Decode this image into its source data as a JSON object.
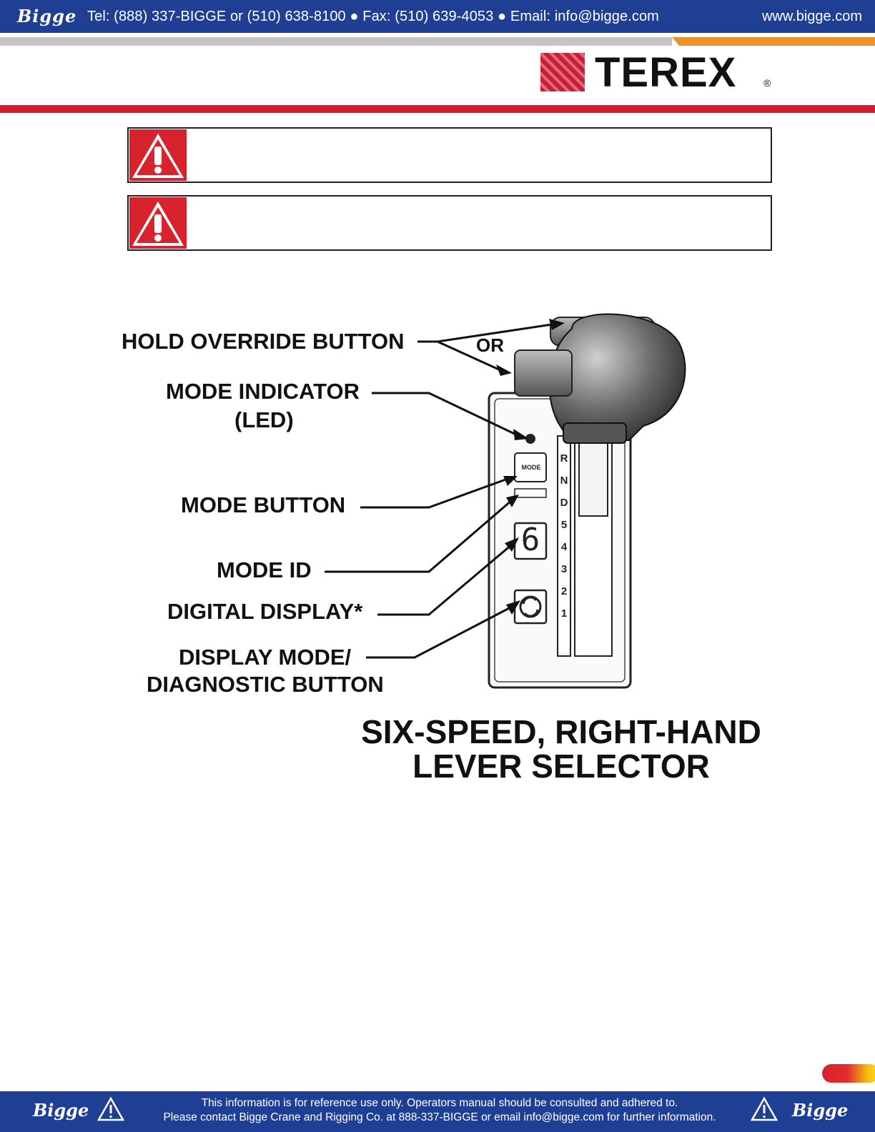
{
  "header": {
    "brand": "Bigge",
    "contact": "Tel: (888) 337-BIGGE or (510) 638-8100  ●  Fax: (510) 639-4053  ●  Email: info@bigge.com",
    "url": "www.bigge.com",
    "logo_text": "TEREX",
    "logo_reg": "®"
  },
  "warnings": [
    {
      "icon": "warning-icon"
    },
    {
      "icon": "warning-icon"
    }
  ],
  "figure": {
    "labels": {
      "hold_override": "HOLD OVERRIDE BUTTON",
      "or": "OR",
      "mode_indicator_1": "MODE INDICATOR",
      "mode_indicator_2": "(LED)",
      "mode_button": "MODE BUTTON",
      "mode_id": "MODE ID",
      "digital_display": "DIGITAL DISPLAY*",
      "display_mode_1": "DISPLAY MODE/",
      "display_mode_2": "DIAGNOSTIC BUTTON"
    },
    "mode_key": "MODE",
    "display_digit": "6",
    "gears": [
      "R",
      "N",
      "D",
      "5",
      "4",
      "3",
      "2",
      "1"
    ],
    "title_line1": "SIX-SPEED, RIGHT-HAND",
    "title_line2": "LEVER SELECTOR"
  },
  "footer": {
    "brand": "Bigge",
    "line1": "This information is for reference use only. Operators manual should be consulted and adhered to.",
    "line2": "Please contact Bigge Crane and Rigging Co. at 888-337-BIGGE or email info@bigge.com for further information."
  }
}
